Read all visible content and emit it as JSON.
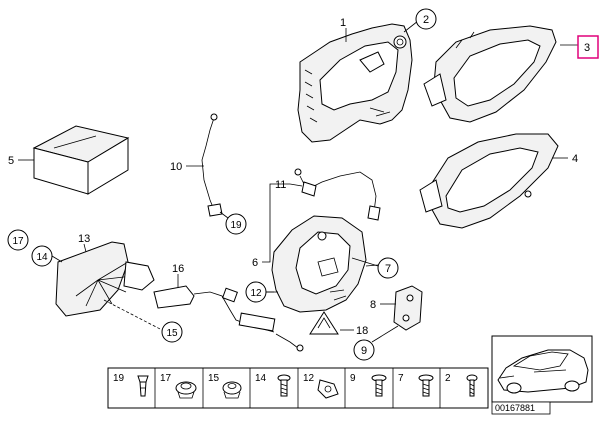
{
  "callouts": {
    "c1": "1",
    "c2": "2",
    "c3": "3",
    "c4": "4",
    "c5": "5",
    "c6": "6",
    "c7": "7",
    "c8": "8",
    "c9": "9",
    "c10": "10",
    "c11": "11",
    "c12": "12",
    "c13": "13",
    "c14": "14",
    "c15": "15",
    "c16": "16",
    "c17": "17",
    "c18": "18",
    "c19": "19"
  },
  "legend": {
    "items": [
      "19",
      "17",
      "15",
      "14",
      "12",
      "9",
      "7",
      "2"
    ]
  },
  "highlight_color": "#e0007a",
  "reference_number": "00167881"
}
